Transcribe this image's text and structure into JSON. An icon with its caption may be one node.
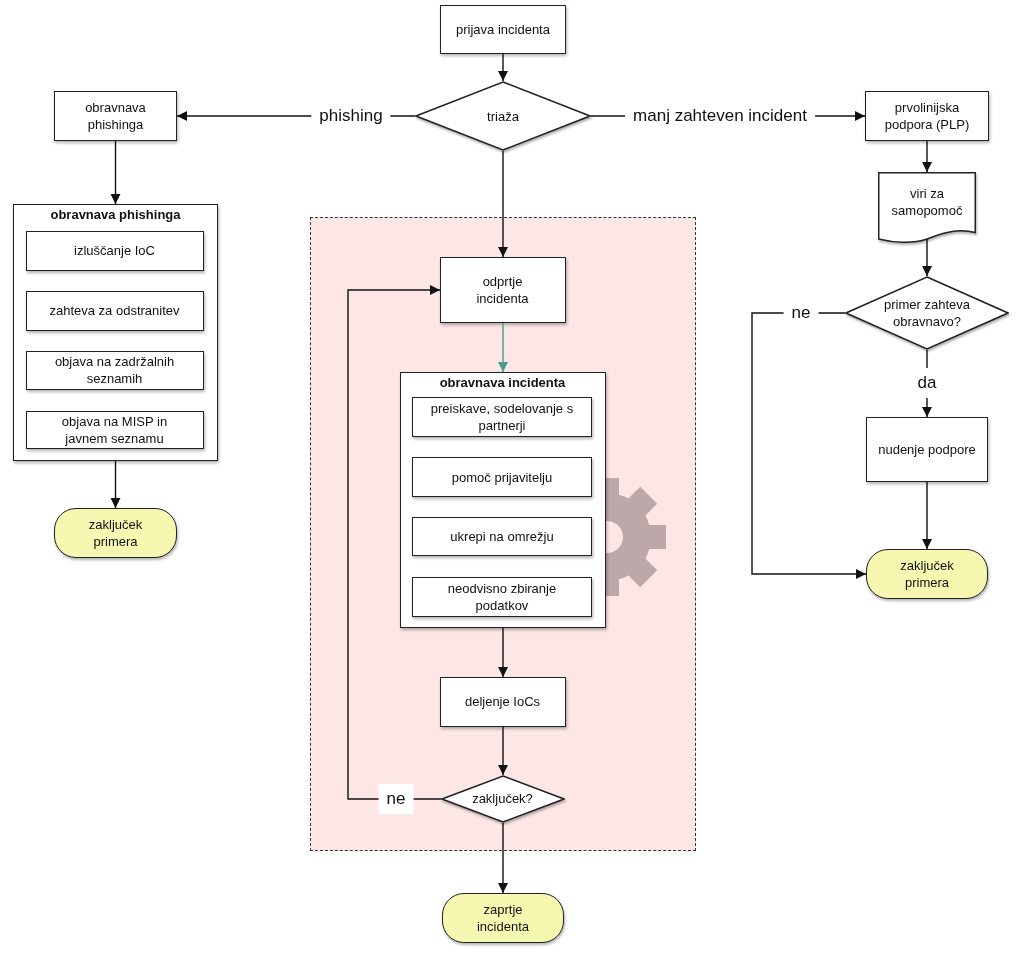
{
  "diagram": {
    "nodes": [
      {
        "text": [
          "prijava incidenta"
        ]
      },
      {
        "text": [
          "triaža"
        ]
      },
      {
        "text": [
          "obravnava phishinga"
        ]
      },
      {
        "text": [
          "prvolinijska podpora (PLP)"
        ]
      },
      {
        "text": [
          "obravnava phishinga"
        ]
      },
      {
        "text": [
          "izluščanje IoC"
        ],
        "in": 4
      },
      {
        "text": [
          "zahteva za odstranitev"
        ],
        "in": 4
      },
      {
        "text": [
          "objava na zadržalnih seznamih"
        ],
        "in": 4
      },
      {
        "text": [
          "objava na MISP in javnem seznamu"
        ],
        "in": 4
      },
      {
        "text": [
          "zaključek primera"
        ]
      },
      {
        "text": [
          "viri za samopomoč"
        ]
      },
      {
        "text": [
          "primer zahteva obravnavo?"
        ]
      },
      {
        "text": [
          "nudenje podpore"
        ]
      },
      {
        "text": [
          "zaključek primera"
        ]
      },
      {
        "text": [],
        "shape": "box"
      },
      {
        "text": [
          "odprtje incidenta"
        ],
        "in": 14
      },
      {
        "text": [
          "obravnava incidenta"
        ],
        "in": 14
      },
      {
        "text": [
          "preiskave, sodelovanje s partnerji"
        ],
        "in": 16
      },
      {
        "text": [
          "pomoč prijavitelju"
        ],
        "in": 16
      },
      {
        "text": [
          "ukrepi na omrežju"
        ],
        "in": 16
      },
      {
        "text": [
          "neodvisno zbiranje podatkov"
        ],
        "in": 16
      },
      {
        "text": [
          "deljenje IoCs"
        ],
        "in": 14
      },
      {
        "text": [
          "zaključek?"
        ],
        "in": 14
      },
      {
        "text": [
          "zaprtje incidenta"
        ]
      }
    ],
    "edges": [
      {
        "from": 0,
        "to": 1,
        "arrow": "to"
      },
      {
        "from": 1,
        "to": 2,
        "arrow": "to",
        "label": "phishing"
      },
      {
        "from": 1,
        "to": 3,
        "arrow": "to",
        "label": "manj zahteven incident"
      },
      {
        "from": 2,
        "to": 4,
        "arrow": "to"
      },
      {
        "from": 4,
        "to": 9,
        "arrow": "to"
      },
      {
        "from": 3,
        "to": 10,
        "arrow": "to"
      },
      {
        "from": 10,
        "to": 11,
        "arrow": "to"
      },
      {
        "from": 11,
        "to": 12,
        "arrow": "to",
        "label": "da"
      },
      {
        "from": 11,
        "to": 13,
        "arrow": "to",
        "label": "ne"
      },
      {
        "from": 12,
        "to": 13,
        "arrow": "to"
      },
      {
        "from": 1,
        "to": 15,
        "arrow": "to"
      },
      {
        "from": 15,
        "to": 16,
        "arrow": "to",
        "color": "#4b9b8b"
      },
      {
        "from": 16,
        "to": 21,
        "arrow": "to"
      },
      {
        "from": 21,
        "to": 22,
        "arrow": "to"
      },
      {
        "from": 22,
        "to": 15,
        "arrow": "to",
        "label": "ne"
      },
      {
        "from": 22,
        "to": 23,
        "arrow": "to"
      }
    ]
  }
}
